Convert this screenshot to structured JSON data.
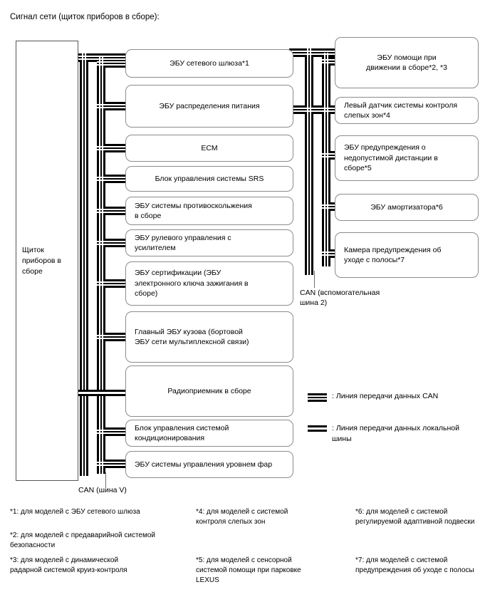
{
  "title": "Сигнал сети (щиток приборов в сборе):",
  "master_node": {
    "label": "Щиток\nприборов в\nсборе",
    "name": "instrument-cluster-assembly"
  },
  "center_nodes": [
    {
      "label": "ЭБУ сетевого шлюза*1",
      "align": "center"
    },
    {
      "label": "ЭБУ распределения питания",
      "align": "center"
    },
    {
      "label": "ECM",
      "align": "center"
    },
    {
      "label": "Блок управления системы SRS",
      "align": "center"
    },
    {
      "label": "ЭБУ системы противоскольжения\nв сборе",
      "align": "left"
    },
    {
      "label": "ЭБУ рулевого управления с\nусилителем",
      "align": "left"
    },
    {
      "label": "ЭБУ сертификации (ЭБУ\nэлектронного ключа зажигания в\nсборе)",
      "align": "left"
    },
    {
      "label": "Главный ЭБУ кузова (бортовой\nЭБУ сети мультиплексной связи)",
      "align": "left"
    },
    {
      "label": "Радиоприемник в сборе",
      "align": "center"
    },
    {
      "label": "Блок управления системой\nкондиционирования",
      "align": "left"
    },
    {
      "label": "ЭБУ системы управления уровнем фар",
      "align": "left"
    }
  ],
  "right_nodes": [
    {
      "label": "ЭБУ помощи при\nдвижении в сборе*2, *3",
      "align": "center"
    },
    {
      "label": "Левый датчик системы контроля\nслепых зон*4",
      "align": "left"
    },
    {
      "label": "ЭБУ предупреждения о\nнедопустимой дистанции в\nсборе*5",
      "align": "left"
    },
    {
      "label": "ЭБУ амортизатора*6",
      "align": "center"
    },
    {
      "label": "Камера предупреждения об\nуходе с полосы*7",
      "align": "left"
    }
  ],
  "bus_labels": {
    "can_v": "CAN (шина V)",
    "can_aux2": "CAN (вспомогательная\nшина 2)"
  },
  "legend": [
    {
      "icon": "can-bus-line-icon",
      "bars": 3,
      "text": ": Линия передачи данных CAN"
    },
    {
      "icon": "local-bus-line-icon",
      "bars": 2,
      "text": ": Линия передачи данных локальной\nшины"
    }
  ],
  "footnotes": {
    "col1": [
      "*1: для моделей с ЭБУ сетевого шлюза",
      "*2: для моделей с предаварийной системой\nбезопасности",
      "*3: для моделей с динамической\nрадарной системой круиз-контроля"
    ],
    "col2": [
      "*4: для моделей с системой\nконтроля слепых зон",
      "*5: для моделей с сенсорной\nсистемой помощи при парковке\nLEXUS"
    ],
    "col3": [
      "*6: для моделей с системой\nрегулируемой адаптивной подвески",
      "*7: для моделей с системой\nпредупреждения об уходе с полосы"
    ]
  },
  "colors": {
    "wire": "#000000",
    "node_border": "#8c8c8c",
    "master_border": "#555555",
    "text": "#000000",
    "background": "#ffffff"
  }
}
